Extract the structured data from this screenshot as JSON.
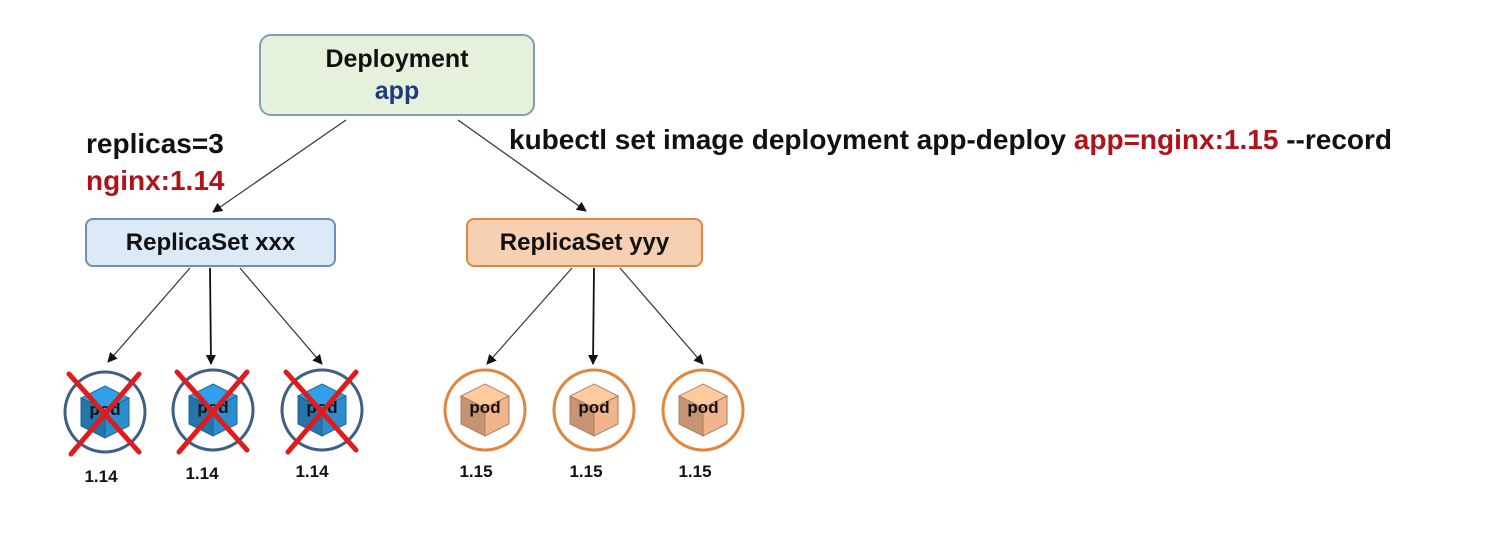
{
  "deployment": {
    "title": "Deployment",
    "name": "app"
  },
  "left_annotation": {
    "replicas": "replicas=3",
    "image": "nginx:1.14"
  },
  "command": {
    "prefix": "kubectl set image deployment app-deploy ",
    "highlight": "app=nginx:1.15",
    "suffix": " --record"
  },
  "replicasets": [
    {
      "label": "ReplicaSet xxx",
      "color": "#dce9f7",
      "border": "#6d8fb8"
    },
    {
      "label": "ReplicaSet yyy",
      "color": "#f7cfb2",
      "border": "#e0863f"
    }
  ],
  "old_pods": [
    {
      "label": "pod",
      "version": "1.14",
      "deleted": true
    },
    {
      "label": "pod",
      "version": "1.14",
      "deleted": true
    },
    {
      "label": "pod",
      "version": "1.14",
      "deleted": true
    }
  ],
  "new_pods": [
    {
      "label": "pod",
      "version": "1.15"
    },
    {
      "label": "pod",
      "version": "1.15"
    },
    {
      "label": "pod",
      "version": "1.15"
    }
  ],
  "colors": {
    "old_pod_cube": "#2b8fcf",
    "old_pod_ring": "#3f5f86",
    "new_pod_cube": "#f2b48c",
    "new_pod_ring": "#e0863f",
    "cross": "#e01b1b",
    "highlight_text": "#b1121a"
  }
}
